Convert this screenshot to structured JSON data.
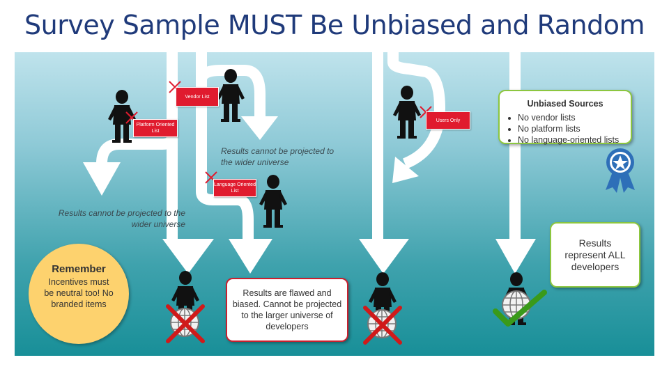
{
  "title": "Survey Sample MUST Be Unbiased and Random",
  "tags": {
    "vendor": "Vendor List",
    "platform": "Platform Oriented List",
    "language": "Language Oriented List",
    "users": "Users Only"
  },
  "notes": {
    "projected_1": "Results cannot be projected to the wider universe",
    "projected_2": "Results cannot be projected to the wider universe"
  },
  "flawed_box": "Results are flawed and biased. Cannot be projected  to the larger universe of developers",
  "unbiased": {
    "heading": "Unbiased Sources",
    "items": [
      "No vendor lists",
      "No platform lists",
      "No language-oriented lists"
    ]
  },
  "represent_box": "Results represent ALL developers",
  "remember": {
    "heading": "Remember",
    "text": "Incentives must be neutral too! No branded items"
  },
  "colors": {
    "title": "#1f3a7a",
    "tag_red": "#e01b2e",
    "remember_yellow": "#fdd26e",
    "check_green": "#3a9a1a",
    "cross_red": "#d01a1a"
  }
}
